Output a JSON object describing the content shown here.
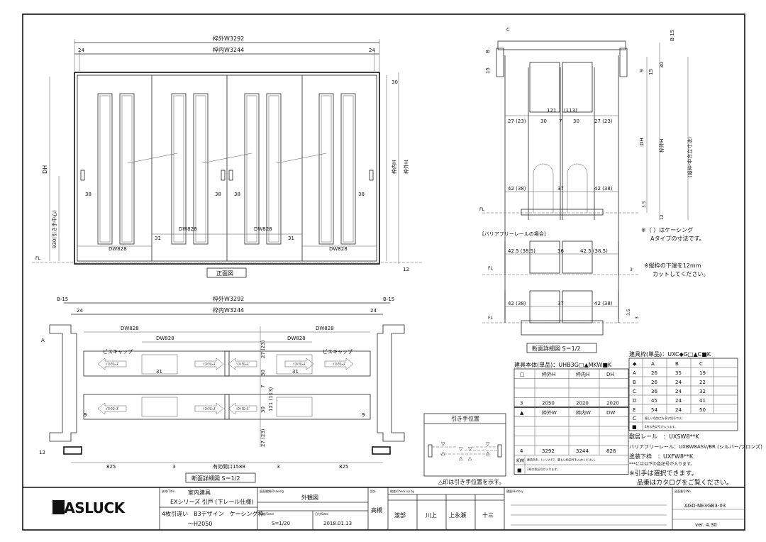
{
  "front_elevation": {
    "frame_outer_w": "枠外W3292",
    "frame_inner_w": "枠内W3244",
    "dim_24": "24",
    "dw": "DW828",
    "dim_38": "38",
    "dim_31": "31",
    "dim_30": "30",
    "dim_12": "12",
    "dh": "DH",
    "frame_inner_h": "枠内H",
    "frame_outer_h": "枠外H",
    "handle_height": "930(引き手中心)",
    "fl": "FL",
    "caption": "正面図"
  },
  "plan_section": {
    "b15": "B-15",
    "frame_outer_w": "枠外W3292",
    "frame_inner_w": "枠内W3244",
    "dim_24": "24",
    "dw": "DW828",
    "screw_cap": "ビスキャップ",
    "soft_close": "ｿﾌﾄｸﾛｰｽﾞ",
    "dim_31": "31",
    "dim_9": "9",
    "dim_12": "12",
    "dim_a": "A",
    "v_dims": [
      "27 (23)",
      "30",
      "7",
      "121 (113)",
      "30",
      "27 (23)"
    ],
    "dim_825": "825",
    "dim_3": "3",
    "opening": "有効開口1588",
    "caption": "断面詳細図 S＝1/2"
  },
  "vertical_section": {
    "dim_c": "C",
    "dim_b": "B",
    "dim_15": "15",
    "dim_b15": "B-15",
    "dim_9": "9",
    "dim_30": "30",
    "dim_121": "121",
    "dim_113": "(113)",
    "row1": [
      "27 (23)",
      "30",
      "7",
      "30",
      "27 (23)"
    ],
    "row2": [
      "42 (38)",
      "37",
      "42 (38)"
    ],
    "dh": "DH",
    "frame_outer_h": "枠外H",
    "note_center": "(縦枠-中方立寸法)",
    "dim_35": "3.5",
    "dim_3": "3",
    "fl": "FL",
    "barrier_free": "[バリアフリーレールの場合]",
    "bf_row": [
      "42.5 (38.5)",
      "36",
      "42.5 (38.5)"
    ],
    "note_casing": [
      "※（ ）はケーシング",
      "Aタイプの寸法です。"
    ],
    "note_cut": [
      "※縦枠の下端を12mm",
      "カットしてください。"
    ],
    "caption": "断面詳細図 S＝1/2"
  },
  "handle_position": {
    "title": "引き手位置",
    "note": "△印は引き手位置を示す。"
  },
  "door_body_table": {
    "title": "建具本体(単品)：UHB3G□▲MKW■K",
    "header1": [
      "□",
      "枠外H",
      "枠内H",
      "DH"
    ],
    "row_h": [
      "3",
      "2050",
      "2020",
      "2020"
    ],
    "header2": [
      "▲",
      "枠外W",
      "枠内W",
      "DW"
    ],
    "row_w": [
      "4",
      "3292",
      "3244",
      "828"
    ],
    "kw": "KW",
    "kw_note": "建具色を、(シリカ)で、最もい色記号を入力ください。",
    "sq": "■",
    "sq_note": "2桁の色記号が入ります。"
  },
  "frame_table": {
    "title": "建具枠(単品)：UXC◆G□▲C■K",
    "header": [
      "◆",
      "A",
      "B",
      "C"
    ],
    "rows": [
      [
        "A",
        "26",
        "35",
        "19"
      ],
      [
        "B",
        "26",
        "24",
        "22"
      ],
      [
        "C",
        "36",
        "24",
        "32"
      ],
      [
        "D",
        "45",
        "24",
        "41"
      ],
      [
        "E",
        "54",
        "24",
        "50"
      ]
    ],
    "c_row": "C",
    "c_note": "優しい色加工を表す記号です。",
    "sq": "■",
    "sq_note": "2桁の色記号が入ります。"
  },
  "rails": {
    "sill": "敷居レール　：UXSW8**K",
    "barrier_free": "バリアフリーレール：UXBW8ASV/BR (シルバー/ブロンズ)",
    "paint": "塗装下枠　：UXFW8**K",
    "color_note": "***には以下の色記号が入ります。",
    "handle_note": "※引手は選択できます。",
    "catalog_note": "品番はカタログをご覧ください。"
  },
  "title_block": {
    "logo": "NASLUCK",
    "title_label": "名称/Title",
    "title1": "室内建具",
    "title2": "EXシリーズ 引戸 (下レール仕様)",
    "title3": "4枚引違い　B3デザイン　ケーシング枠",
    "title4": "～H2050",
    "drawing_label": "図面種類/Drawing",
    "drawing": "外観図",
    "scale_label": "尺度/Scale",
    "scale": "S=1/20",
    "date_label": "日付/Date",
    "date": "2018.01.13",
    "design_label": "設計",
    "designer": "高橋",
    "check_label": "検査/Check up by",
    "checkers": [
      "渡部",
      "川上",
      "上永瀬",
      "十三"
    ],
    "history_label": "履歴/History",
    "no_label": "図面番号/No.",
    "drawing_no": "AGD-NE3GB3-03",
    "version": "ver. 4.30"
  }
}
